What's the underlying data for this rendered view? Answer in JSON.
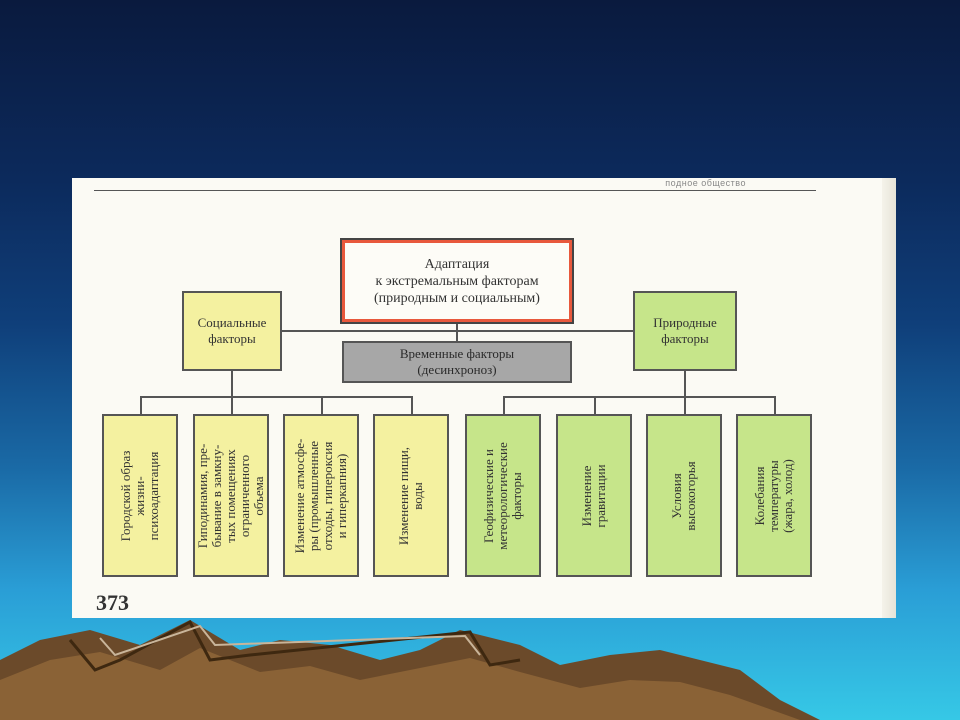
{
  "page": {
    "header_text": "подное общество",
    "page_number": "373"
  },
  "diagram": {
    "main": {
      "line1": "Адаптация",
      "line2": "к экстремальным факторам",
      "line3": "(природным и социальным)"
    },
    "social": "Социальные\nфакторы",
    "nature": "Природные\nфакторы",
    "time": {
      "line1": "Временные факторы",
      "line2": "(десинхроноз)"
    },
    "social_leaves": [
      "Городской образ\nжизни-\nпсихоадаптация",
      "Гиподинамия, пре-\nбывание в замкну-\nтых помещениях\nограниченного\nобъема",
      "Изменение атмосфе-\nры (промышленные\nотходы, гипероксия\nи гиперкапния)",
      "Изменение пищи,\nводы"
    ],
    "nature_leaves": [
      "Геофизические и\nметеорологические\nфакторы",
      "Изменение\nгравитации",
      "Условия\nвысокогорья",
      "Колебания\nтемпературы\n(жара, холод)"
    ]
  },
  "colors": {
    "social_fill": "#f4f1a0",
    "nature_fill": "#c6e58a",
    "time_fill": "#a7a7a7",
    "main_border": "#e8583c"
  }
}
